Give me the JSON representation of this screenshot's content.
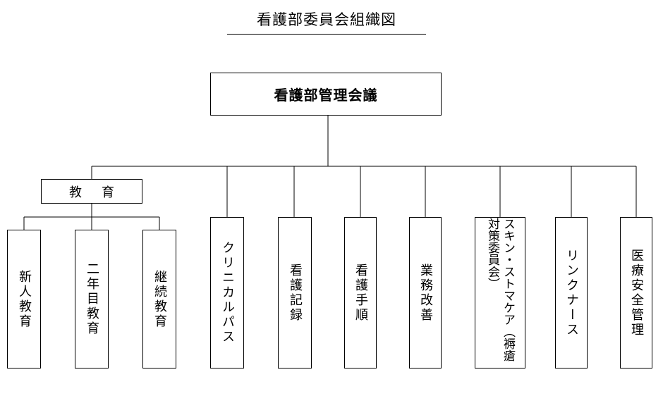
{
  "title": "看護部委員会組織図",
  "top_node": {
    "label": "看護部管理会議"
  },
  "education_group": {
    "label": "教育",
    "children": [
      {
        "label": "新人教育"
      },
      {
        "label": "二年目教育"
      },
      {
        "label": "継続教育"
      }
    ]
  },
  "committees": [
    {
      "label": "クリニカルパス"
    },
    {
      "label": "看護記録"
    },
    {
      "label": "看護手順"
    },
    {
      "label": "業務改善"
    },
    {
      "label": "スキン・ストマケア（褥瘡対策委員会）"
    },
    {
      "label": "リンクナース"
    },
    {
      "label": "医療安全管理"
    }
  ]
}
